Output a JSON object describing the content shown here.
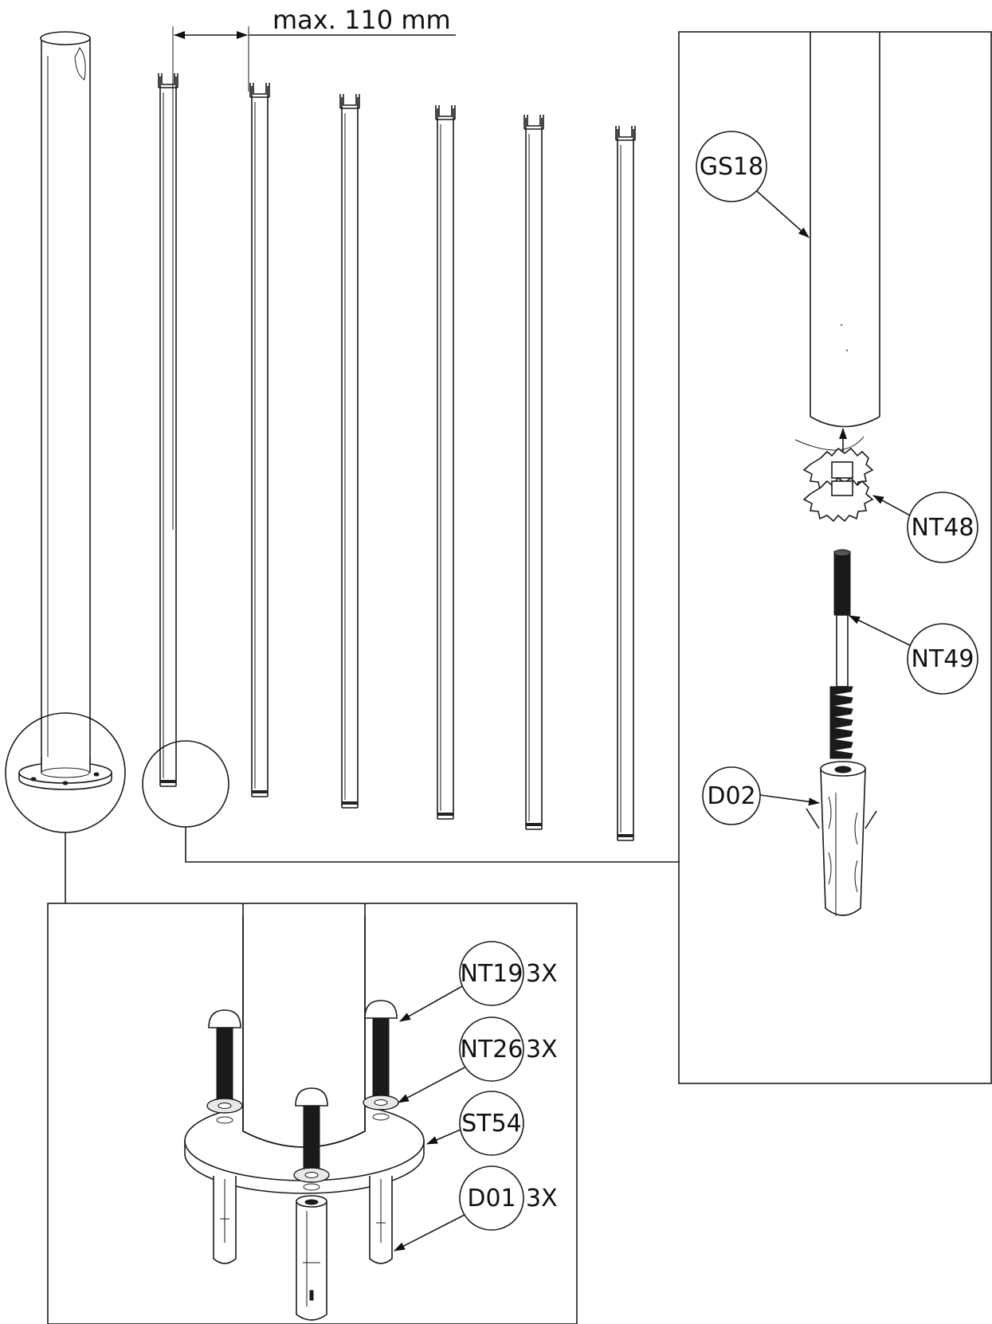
{
  "dimension": {
    "text": "max. 110 mm"
  },
  "callouts": {
    "gs18": "GS18",
    "nt48": "NT48",
    "nt49": "NT49",
    "d02": "D02",
    "nt19": "NT19",
    "nt19_qty": "3X",
    "nt26": "NT26",
    "nt26_qty": "3X",
    "st54": "ST54",
    "d01": "D01",
    "d01_qty": "3X"
  }
}
